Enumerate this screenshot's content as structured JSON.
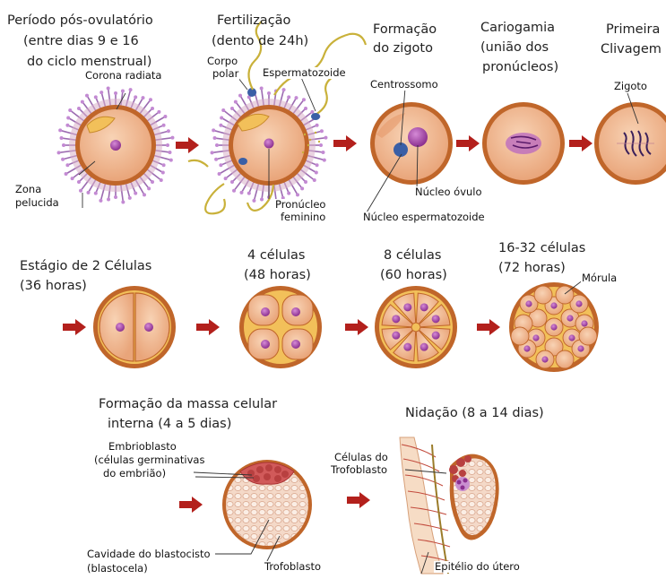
{
  "row1": {
    "stage1": {
      "line1": "Período pós-ovulatório",
      "line2": "(entre dias 9 e 16",
      "line3": "do ciclo menstrual)"
    },
    "stage2": {
      "line1": "Fertilização",
      "line2": "(dento de 24h)"
    },
    "stage3": {
      "line1": "Formação",
      "line2": "do zigoto"
    },
    "stage4": {
      "line1": "Cariogamia",
      "line2": "(união dos",
      "line3": "pronúcleos)"
    },
    "stage5": {
      "line1": "Primeira",
      "line2": "Clivagem"
    }
  },
  "labels1": {
    "corona": "Corona radiata",
    "zona1": "Zona",
    "zona2": "pelucida",
    "corpo1": "Corpo",
    "corpo2": "polar",
    "esperm": "Espermatozoide",
    "pron1": "Pronúcleo",
    "pron2": "feminino",
    "centro": "Centrossomo",
    "nucleo_ovulo": "Núcleo óvulo",
    "nucleo_esperm": "Núcleo espermatozoide",
    "zigoto": "Zigoto"
  },
  "row2": {
    "s1": {
      "line1": "Estágio de 2 Células",
      "line2": "(36 horas)"
    },
    "s2": {
      "line1": "4 células",
      "line2": "(48 horas)"
    },
    "s3": {
      "line1": "8 células",
      "line2": "(60 horas)"
    },
    "s4": {
      "line1": "16-32 células",
      "line2": "(72 horas)"
    },
    "morula": "Mórula"
  },
  "row3": {
    "massa": {
      "line1": "Formação da massa celular",
      "line2": "interna (4 a 5 dias)"
    },
    "nidacao": "Nidação (8 a 14 dias)",
    "embrio1": "Embrioblasto",
    "embrio2": "(células germinativas",
    "embrio3": "do embrião)",
    "cav1": "Cavidade do blastocisto",
    "cav2": "(blastocela)",
    "trofo": "Trofoblasto",
    "celtrofo1": "Células do",
    "celtrofo2": "Trofoblasto",
    "epitelio": "Epitélio do útero"
  },
  "colors": {
    "arrow": "#b3201c",
    "cell_fill": "#f0b88e",
    "cell_ring": "#c0662a",
    "nucleus": "#9b3a9b",
    "corona": "#9b6bb0"
  }
}
